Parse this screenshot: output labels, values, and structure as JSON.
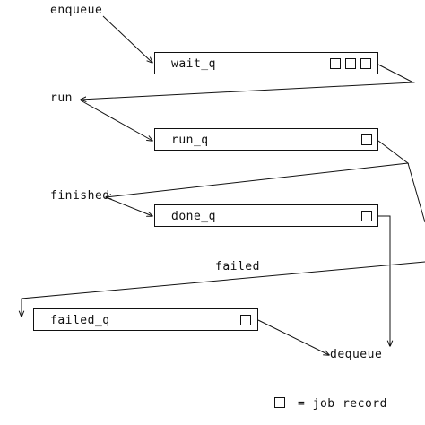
{
  "labels": {
    "enqueue": "enqueue",
    "run": "run",
    "finished": "finished",
    "failed": "failed",
    "dequeue": "dequeue"
  },
  "queues": {
    "wait_q": {
      "name": "wait_q",
      "records": 3
    },
    "run_q": {
      "name": "run_q",
      "records": 1
    },
    "done_q": {
      "name": "done_q",
      "records": 1
    },
    "failed_q": {
      "name": "failed_q",
      "records": 1
    }
  },
  "legend": {
    "symbol": "job-record-square",
    "text": "= job record"
  }
}
